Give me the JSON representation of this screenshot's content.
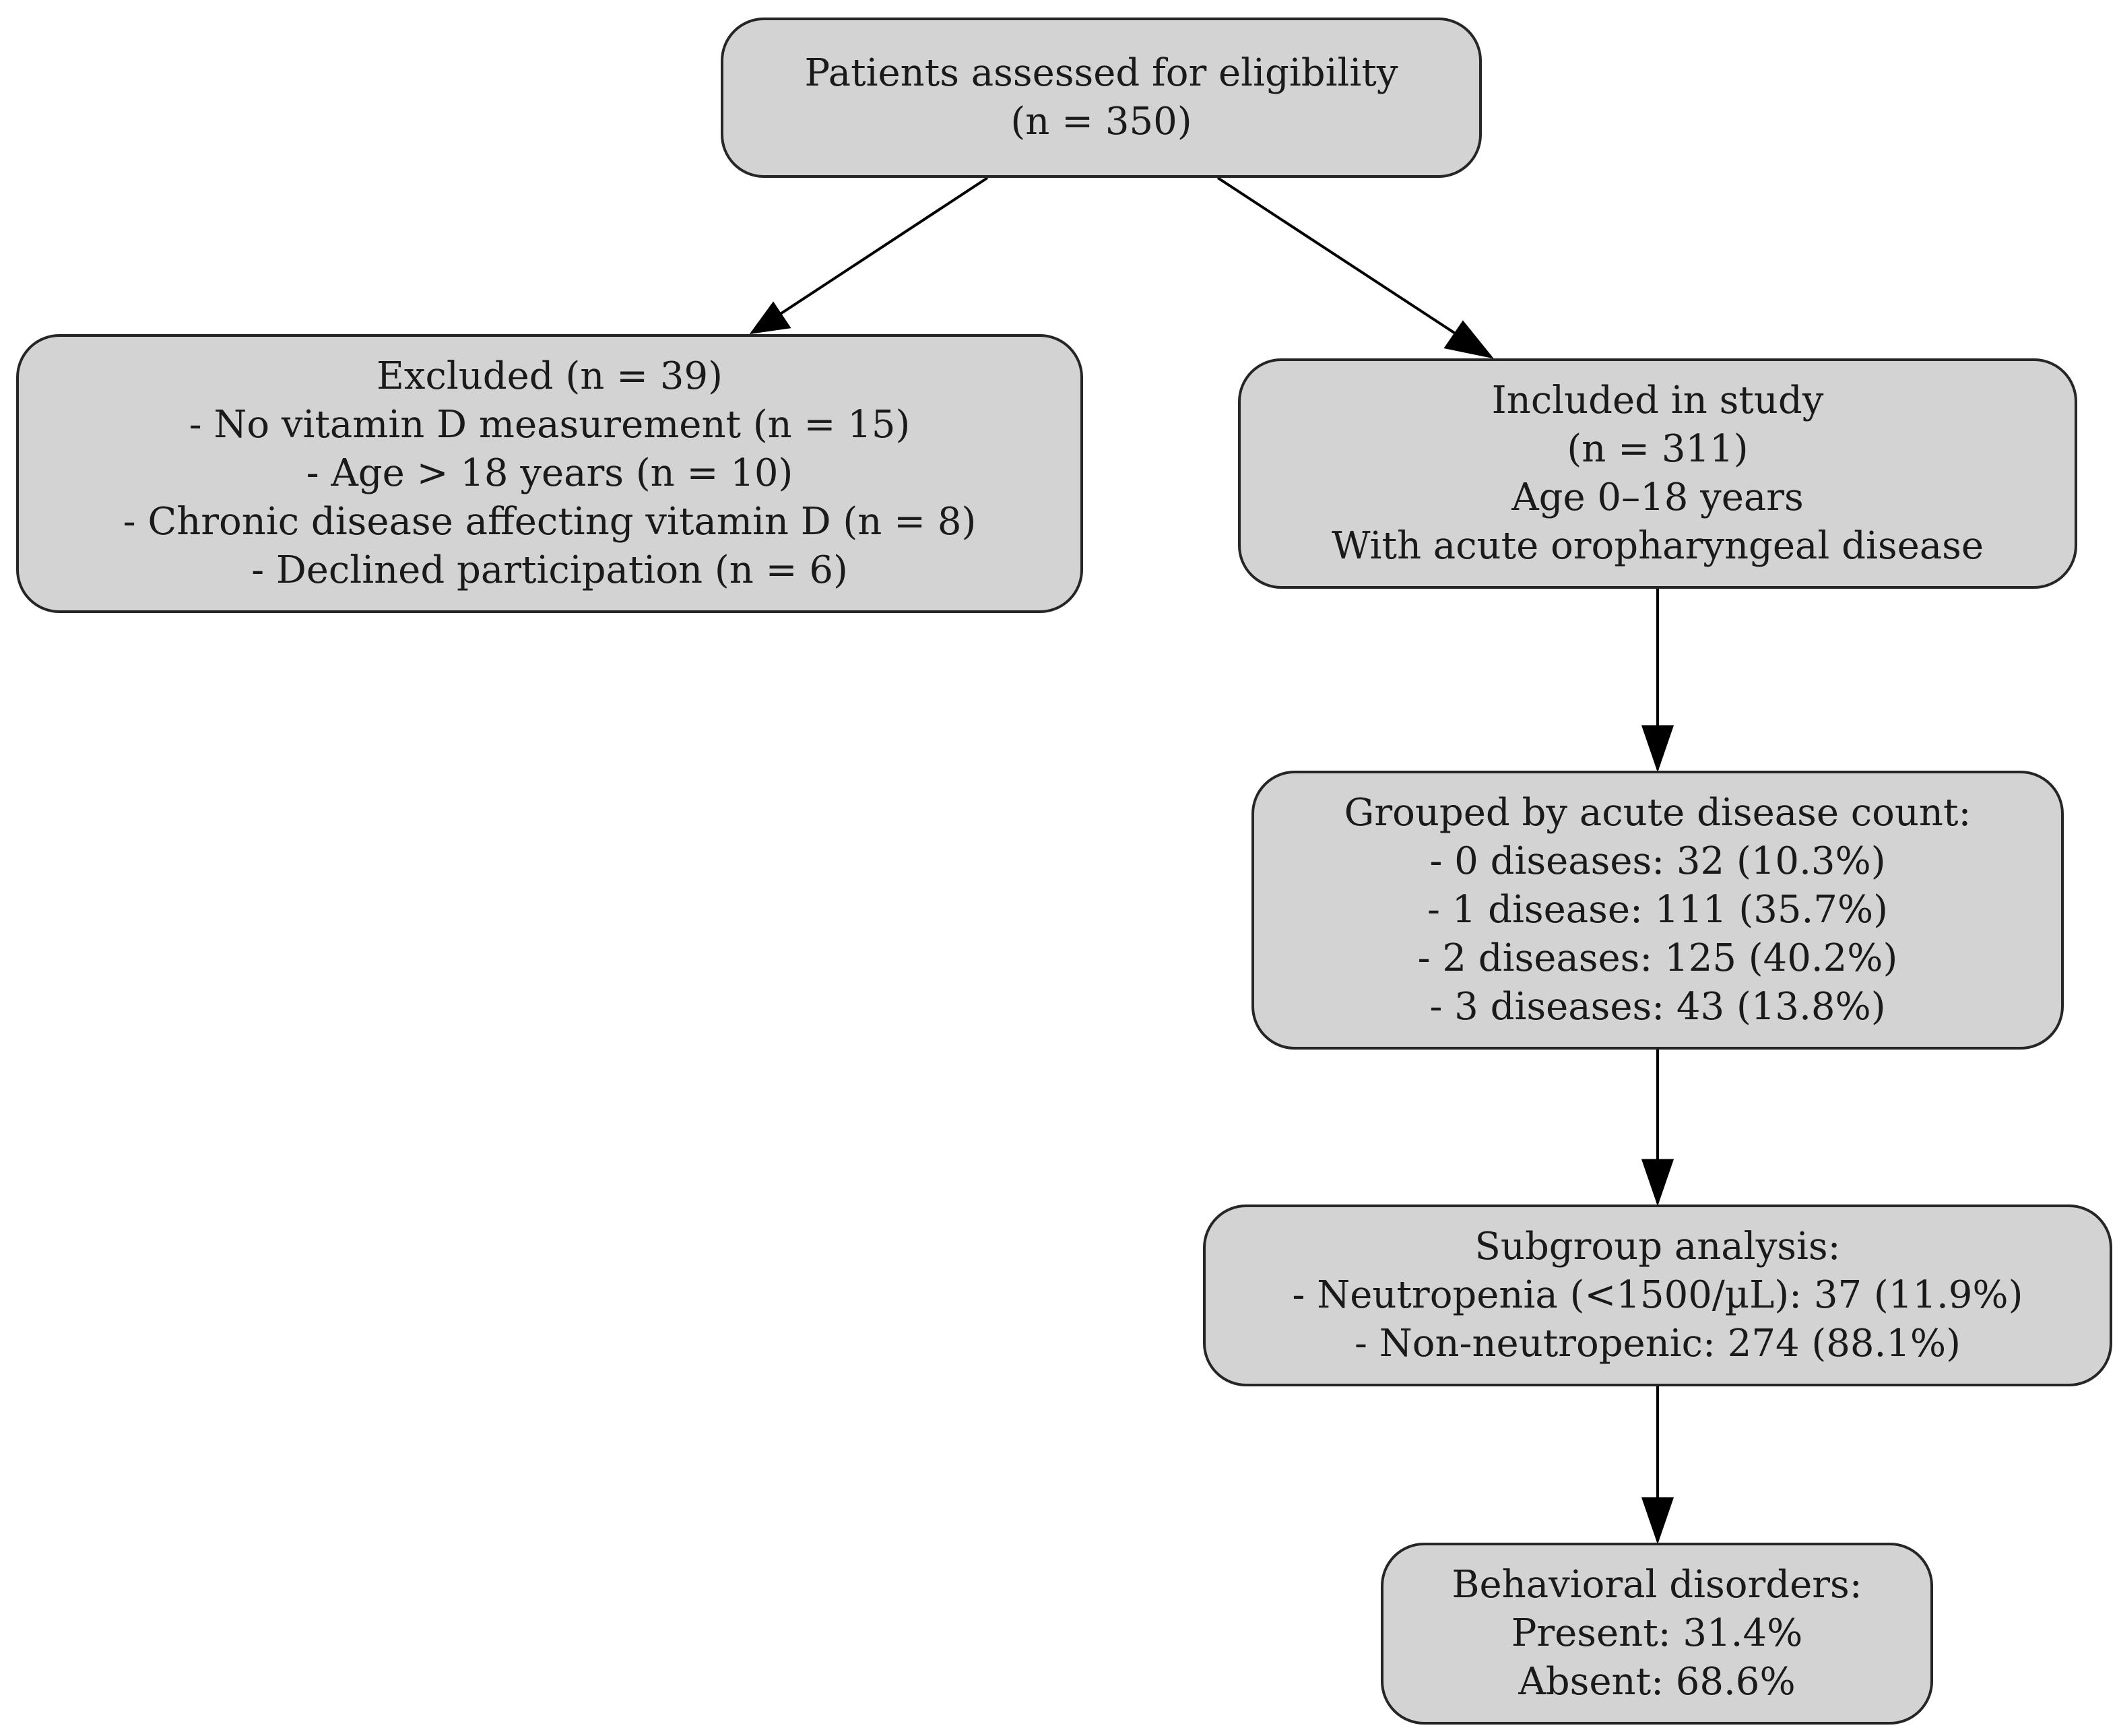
{
  "nodes": {
    "screened": {
      "lines": [
        "Patients assessed for eligibility",
        "(n = 350)"
      ]
    },
    "excluded": {
      "lines": [
        "Excluded (n = 39)",
        "- No vitamin D measurement (n = 15)",
        "- Age > 18 years (n = 10)",
        "- Chronic disease affecting vitamin D (n = 8)",
        "- Declined participation (n = 6)"
      ]
    },
    "included": {
      "lines": [
        "Included in study",
        "(n = 311)",
        "Age 0–18 years",
        "With acute oropharyngeal disease"
      ]
    },
    "grouped": {
      "lines": [
        "Grouped by acute disease count:",
        "- 0 diseases: 32 (10.3%)",
        "- 1 disease: 111 (35.7%)",
        "- 2 diseases: 125 (40.2%)",
        "- 3 diseases: 43 (13.8%)"
      ]
    },
    "subgroup": {
      "lines": [
        "Subgroup analysis:",
        "- Neutropenia (<1500/µL): 37 (11.9%)",
        "- Non-neutropenic: 274 (88.1%)"
      ]
    },
    "behavior": {
      "lines": [
        "Behavioral disorders:",
        "Present: 31.4%",
        "Absent: 68.6%"
      ]
    }
  },
  "edges": [
    {
      "from": "screened",
      "to": "excluded"
    },
    {
      "from": "screened",
      "to": "included"
    },
    {
      "from": "included",
      "to": "grouped"
    },
    {
      "from": "grouped",
      "to": "subgroup"
    },
    {
      "from": "subgroup",
      "to": "behavior"
    }
  ],
  "colors": {
    "node_fill": "#d3d3d3",
    "node_border": "#262626",
    "edge": "#000000"
  }
}
